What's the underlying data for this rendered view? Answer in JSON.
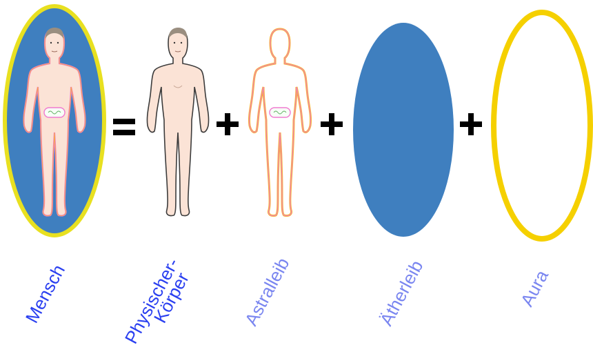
{
  "operators": {
    "equals": "=",
    "plus": "+"
  },
  "labels": {
    "mensch": "Mensch",
    "physischer_line1": "Physischer-",
    "physischer_line2": "Körper",
    "astralleib": "Astralleib",
    "aetherleib": "Ätherleib",
    "aura": "Aura"
  },
  "colors": {
    "aetherleib_blue": "#3f7fbf",
    "aura_yellow": "#f5d000",
    "mensch_outline_yellow": "#e8e020",
    "skin": "#fbe3d6",
    "astral_outline_pink": "#f07ad0",
    "astral_outline_orange": "#f7b32c",
    "label_blue_dark": "#2a3ff0",
    "label_blue_light": "#7a86f0"
  }
}
